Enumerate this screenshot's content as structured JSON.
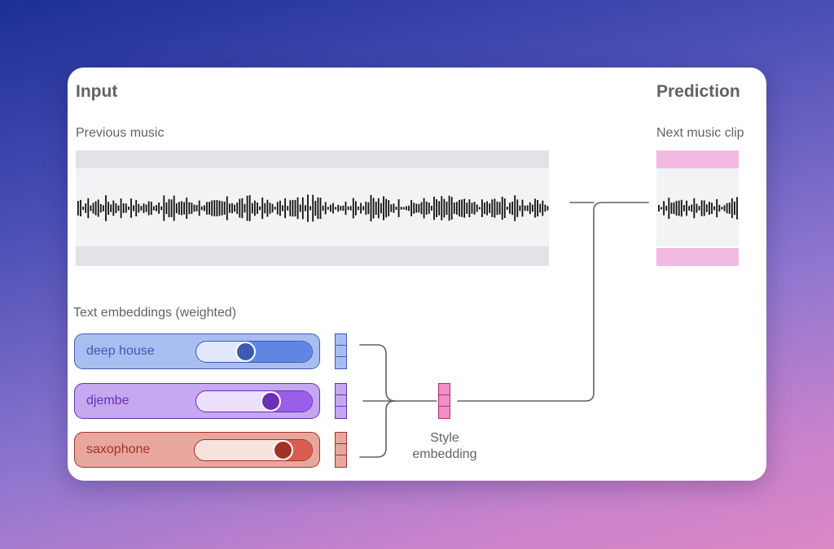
{
  "input": {
    "title": "Input",
    "previous_music_label": "Previous music",
    "text_embeddings_label": "Text embeddings (weighted)",
    "prompts": [
      {
        "label": "deep house",
        "weight": 0.43,
        "color": "#3c5bb5",
        "bg": "#a9bef0",
        "track": "#e0e8fb",
        "fill": "#5f86e3"
      },
      {
        "label": "djembe",
        "weight": 0.64,
        "color": "#6b2fb5",
        "bg": "#c5a8ef",
        "track": "#ece0fb",
        "fill": "#9a5ee8"
      },
      {
        "label": "saxophone",
        "weight": 0.75,
        "color": "#a23226",
        "bg": "#e8a79e",
        "track": "#f8e2de",
        "fill": "#d85f50"
      }
    ]
  },
  "prediction": {
    "title": "Prediction",
    "next_clip_label": "Next music clip",
    "highlight_color": "#f2b9e0"
  },
  "style_embedding": {
    "caption_line1": "Style",
    "caption_line2": "embedding",
    "color": "#f08fc8"
  }
}
